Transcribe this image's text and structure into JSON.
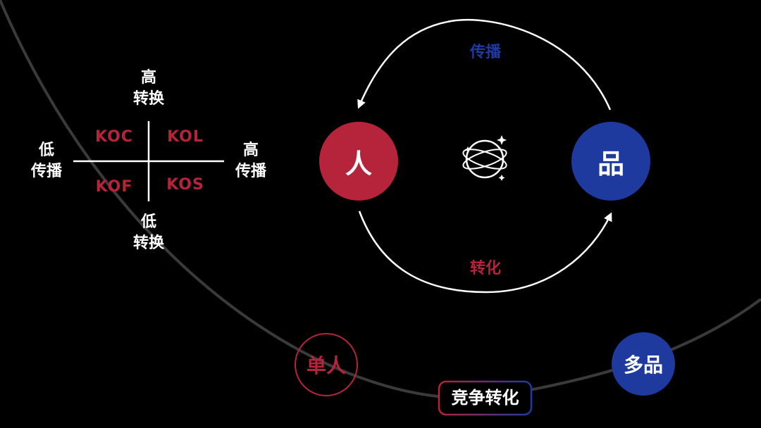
{
  "quadrant": {
    "top_label": [
      "高",
      "转换"
    ],
    "bottom_label": [
      "低",
      "转换"
    ],
    "left_label": [
      "低",
      "传播"
    ],
    "right_label": [
      "高",
      "传播"
    ],
    "cells": {
      "top_left": "KOC",
      "top_right": "KOL",
      "bottom_left": "KOF",
      "bottom_right": "KOS"
    }
  },
  "cycle": {
    "left_node": "人",
    "right_node": "品",
    "top_arc_label": "传播",
    "bottom_arc_label": "转化",
    "center_icon": "planet-orbit-icon"
  },
  "bottom": {
    "left_node": "单人",
    "right_node": "多品",
    "center_label": "竞争转化"
  },
  "colors": {
    "red": "#b5243a",
    "blue": "#1f3a9e",
    "background": "#000000",
    "curve": "#3a3a3a"
  }
}
